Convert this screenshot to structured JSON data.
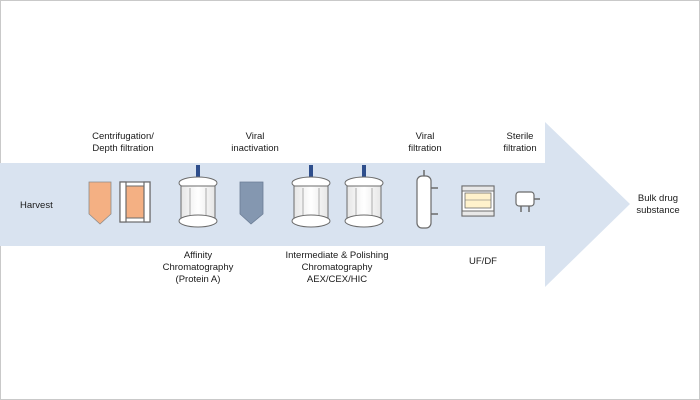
{
  "labels": {
    "harvest": "Harvest",
    "centrifugation_line1": "Centrifugation/",
    "centrifugation_line2": "Depth filtration",
    "viral_inactivation_line1": "Viral",
    "viral_inactivation_line2": "inactivation",
    "viral_filtration_line1": "Viral",
    "viral_filtration_line2": "filtration",
    "sterile_filtration_line1": "Sterile",
    "sterile_filtration_line2": "filtration",
    "bulk_line1": "Bulk drug",
    "bulk_line2": "substance",
    "affinity_line1": "Affinity",
    "affinity_line2": "Chromatography",
    "affinity_line3": "(Protein A)",
    "polishing_line1": "Intermediate & Polishing",
    "polishing_line2": "Chromatography",
    "polishing_line3": "AEX/CEX/HIC",
    "ufdf": "UF/DF"
  },
  "icons": {
    "centrifuge": "centrifuge-icon",
    "depth_filter": "depth-filter-icon",
    "affinity_column": "chromatography-column-icon",
    "viral_inactivation_vessel": "viral-inactivation-vessel-icon",
    "polishing_columns": "chromatography-column-icon",
    "viral_filter": "viral-filter-icon",
    "ufdf_cassette": "ufdf-cassette-icon",
    "sterile_filter": "sterile-filter-icon"
  },
  "colors": {
    "arrow_fill": "#d9e3f0",
    "centrifuge_orange": "#f4b083",
    "vessel_blue": "#8497b0",
    "column_cap_blue": "#2e4e8c",
    "cassette_yellow": "#fff2cc",
    "outline": "#6b6b6b"
  }
}
